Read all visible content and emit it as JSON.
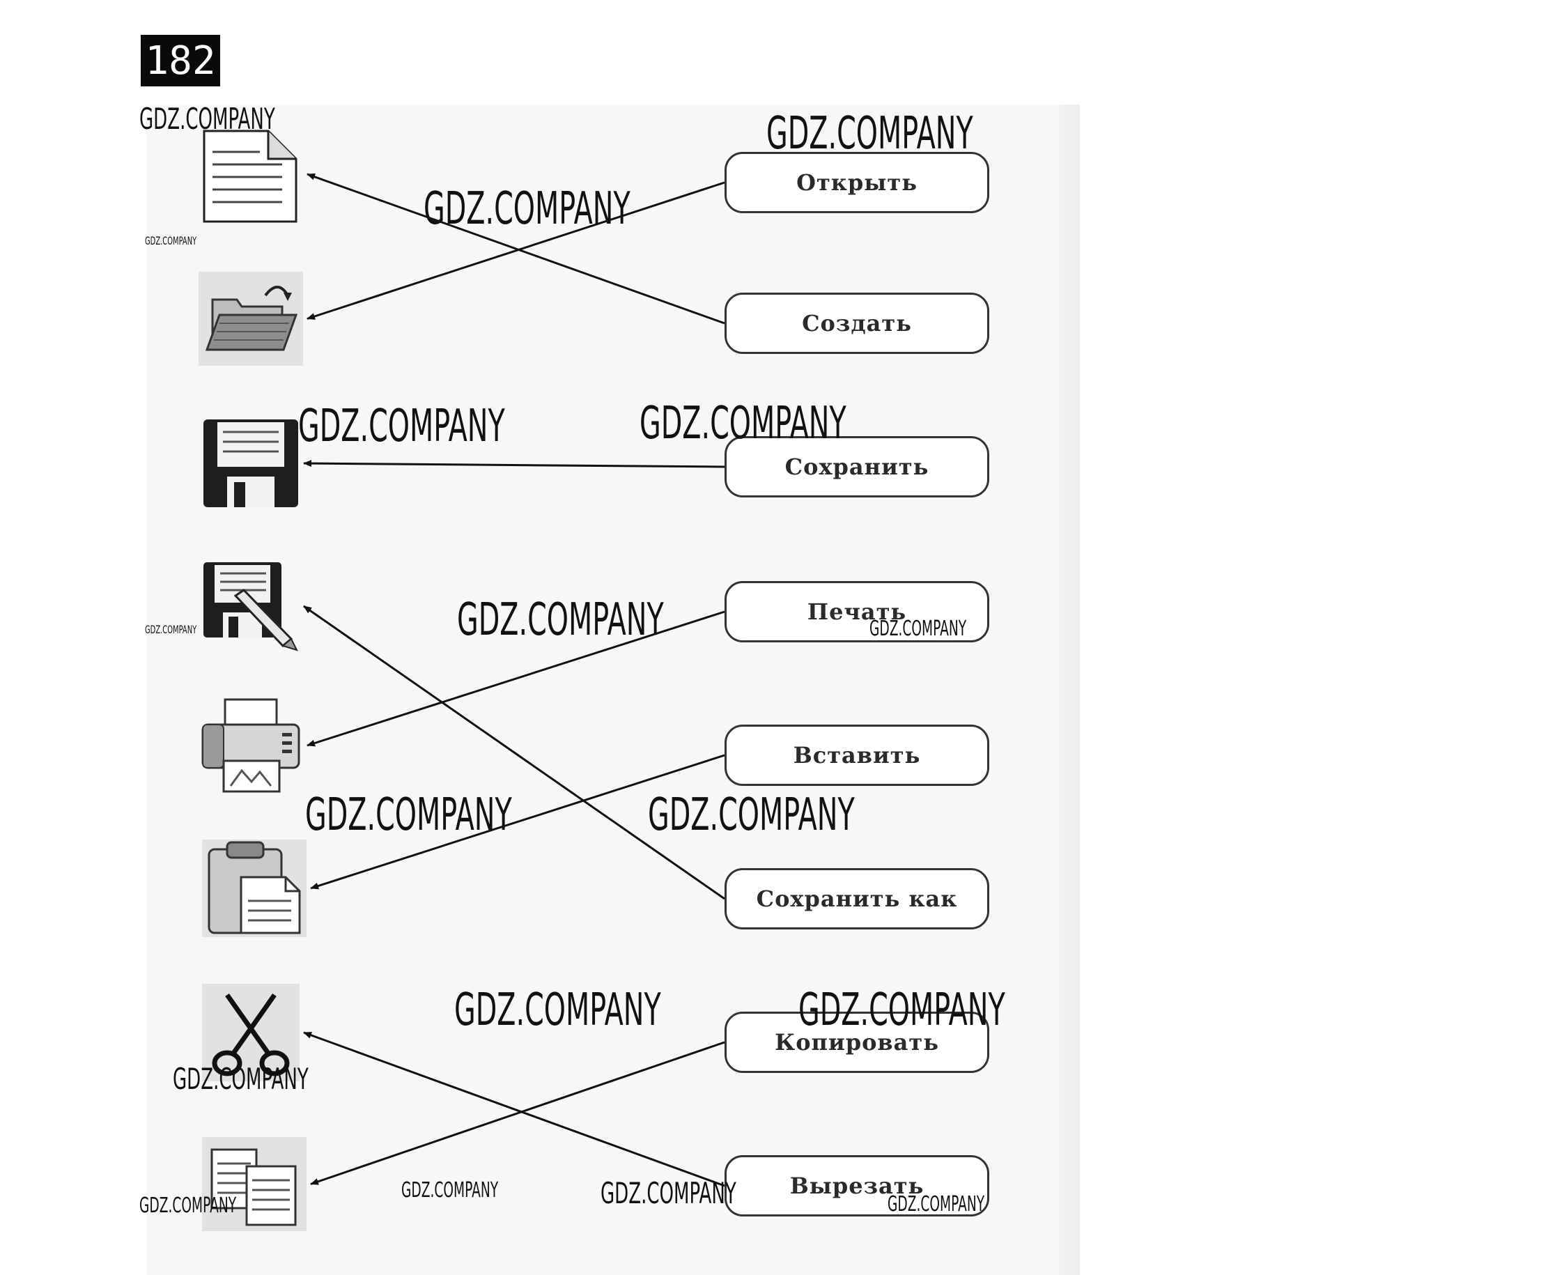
{
  "exercise_number": "182",
  "watermark_text": "GDZ.COMPANY",
  "icons": [
    {
      "id": "new-document",
      "icon": "document-icon"
    },
    {
      "id": "open-folder",
      "icon": "folder-open-icon"
    },
    {
      "id": "save",
      "icon": "floppy-disk-icon"
    },
    {
      "id": "save-as",
      "icon": "floppy-pencil-icon"
    },
    {
      "id": "print",
      "icon": "printer-icon"
    },
    {
      "id": "paste",
      "icon": "clipboard-icon"
    },
    {
      "id": "cut",
      "icon": "scissors-icon"
    },
    {
      "id": "copy",
      "icon": "copy-pages-icon"
    }
  ],
  "commands": [
    {
      "id": "open",
      "label": "Открыть"
    },
    {
      "id": "create",
      "label": "Создать"
    },
    {
      "id": "save",
      "label": "Сохранить"
    },
    {
      "id": "print",
      "label": "Печать"
    },
    {
      "id": "paste",
      "label": "Вставить"
    },
    {
      "id": "save-as",
      "label": "Сохранить как"
    },
    {
      "id": "copy",
      "label": "Копировать"
    },
    {
      "id": "cut",
      "label": "Вырезать"
    }
  ],
  "connections": [
    {
      "command": "open",
      "icon": "open-folder"
    },
    {
      "command": "create",
      "icon": "new-document"
    },
    {
      "command": "save",
      "icon": "save"
    },
    {
      "command": "print",
      "icon": "print"
    },
    {
      "command": "paste",
      "icon": "paste"
    },
    {
      "command": "save-as",
      "icon": "save-as"
    },
    {
      "command": "copy",
      "icon": "copy"
    },
    {
      "command": "cut",
      "icon": "cut"
    }
  ],
  "colors": {
    "line": "#111111",
    "button_border": "#333333",
    "badge_bg": "#0a0a0a"
  }
}
